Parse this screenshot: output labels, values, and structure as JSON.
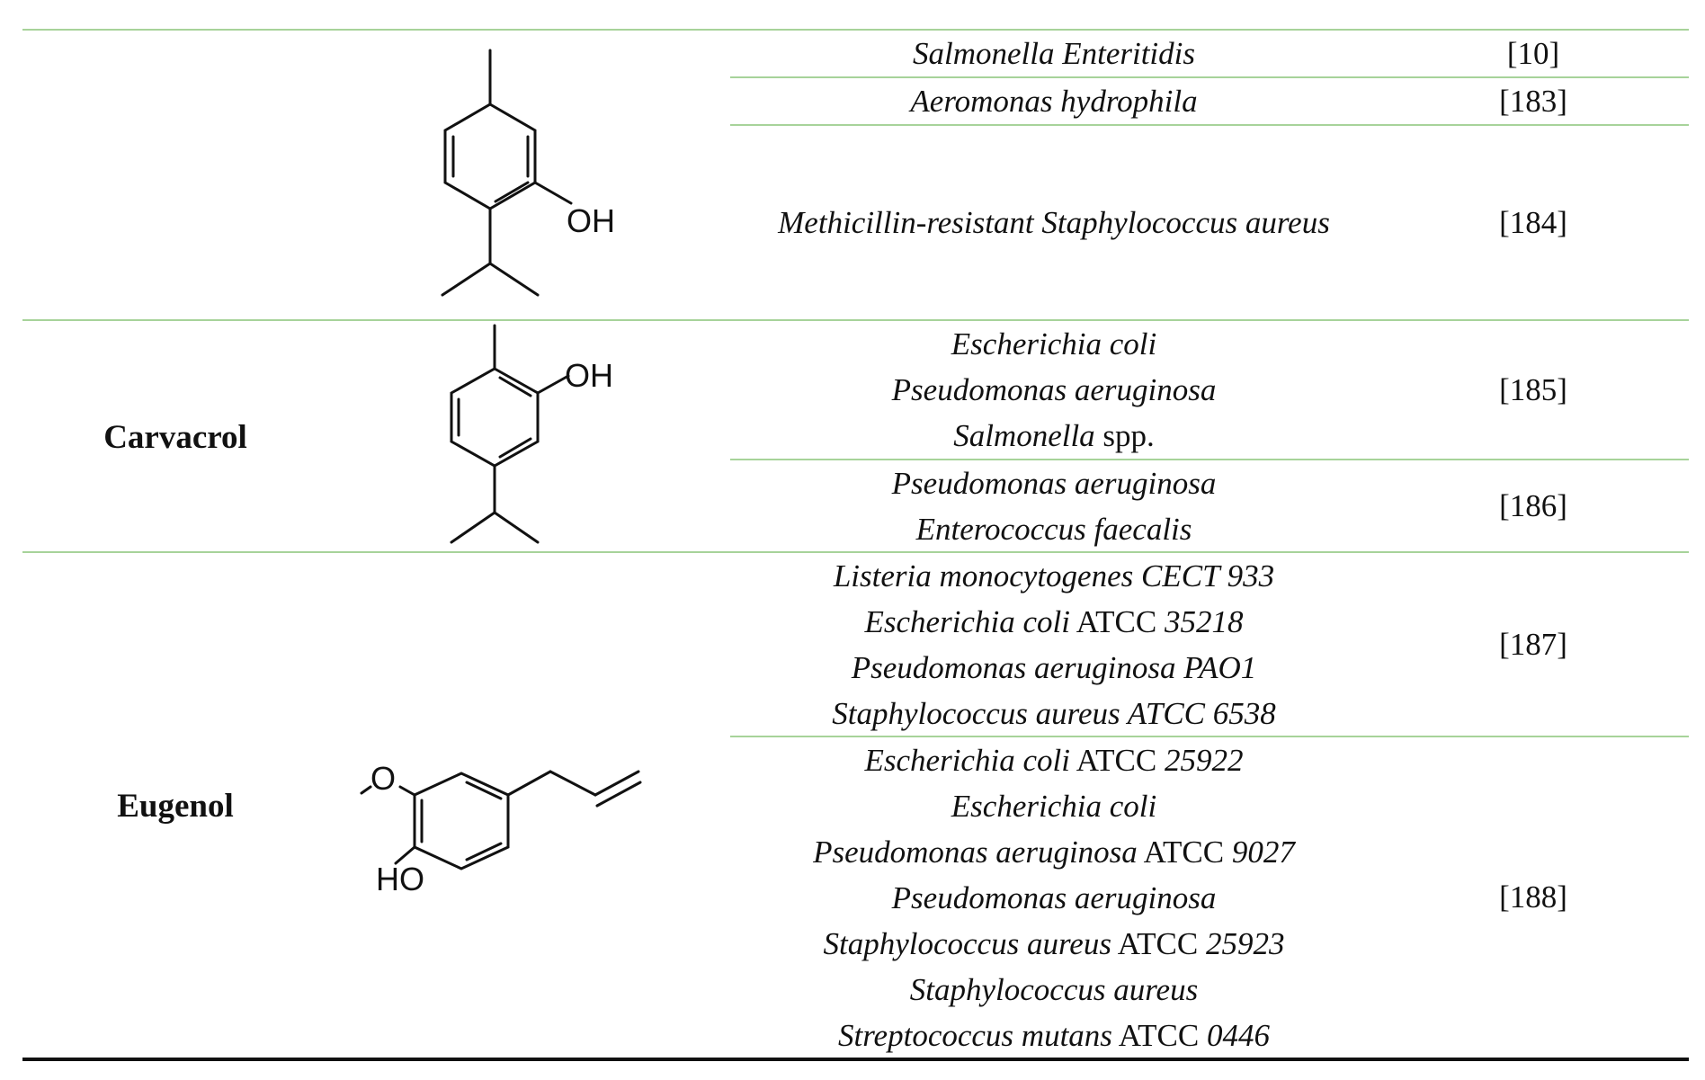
{
  "rows": [
    {
      "compound": "",
      "structure_icon": "thymol-structure-icon",
      "structure_label": "OH",
      "groups": [
        {
          "lines": [
            [
              {
                "text": "Salmonella Enteritidis",
                "italic": true
              }
            ]
          ],
          "ref": "[10]"
        },
        {
          "lines": [
            [
              {
                "text": "Aeromonas hydrophila",
                "italic": true
              }
            ]
          ],
          "ref": "[183]"
        },
        {
          "lines": [
            [
              {
                "text": "Methicillin-resistant Staphylococcus aureus",
                "italic": true
              }
            ]
          ],
          "ref": "[184]"
        }
      ]
    },
    {
      "compound": "Carvacrol",
      "structure_icon": "carvacrol-structure-icon",
      "structure_label": "OH",
      "groups": [
        {
          "lines": [
            [
              {
                "text": "Escherichia coli",
                "italic": true
              }
            ],
            [
              {
                "text": "Pseudomonas aeruginosa",
                "italic": true
              }
            ],
            [
              {
                "text": "Salmonella",
                "italic": true
              },
              {
                "text": " spp.",
                "italic": false
              }
            ]
          ],
          "ref": "[185]"
        },
        {
          "lines": [
            [
              {
                "text": "Pseudomonas aeruginosa",
                "italic": true
              }
            ],
            [
              {
                "text": "Enterococcus faecalis",
                "italic": true
              }
            ]
          ],
          "ref": "[186]"
        }
      ]
    },
    {
      "compound": "Eugenol",
      "structure_icon": "eugenol-structure-icon",
      "structure_labels": [
        "O",
        "HO"
      ],
      "groups": [
        {
          "lines": [
            [
              {
                "text": "Listeria monocytogenes CECT 933",
                "italic": true
              }
            ],
            [
              {
                "text": "Escherichia coli",
                "italic": true
              },
              {
                "text": " ATCC ",
                "italic": false
              },
              {
                "text": "35218",
                "italic": true
              }
            ],
            [
              {
                "text": "Pseudomonas aeruginosa PAO1",
                "italic": true
              }
            ],
            [
              {
                "text": "Staphylococcus aureus ATCC 6538",
                "italic": true
              }
            ]
          ],
          "ref": "[187]"
        },
        {
          "lines": [
            [
              {
                "text": "Escherichia coli",
                "italic": true
              },
              {
                "text": " ATCC ",
                "italic": false
              },
              {
                "text": "25922",
                "italic": true
              }
            ],
            [
              {
                "text": "Escherichia coli",
                "italic": true
              }
            ],
            [
              {
                "text": "Pseudomonas aeruginosa",
                "italic": true
              },
              {
                "text": " ATCC ",
                "italic": false
              },
              {
                "text": "9027",
                "italic": true
              }
            ],
            [
              {
                "text": "Pseudomonas aeruginosa",
                "italic": true
              }
            ],
            [
              {
                "text": "Staphylococcus aureus",
                "italic": true
              },
              {
                "text": " ATCC ",
                "italic": false
              },
              {
                "text": "25923",
                "italic": true
              }
            ],
            [
              {
                "text": "Staphylococcus aureus",
                "italic": true
              }
            ],
            [
              {
                "text": "Streptococcus mutans",
                "italic": true
              },
              {
                "text": " ATCC ",
                "italic": false
              },
              {
                "text": "0446",
                "italic": true
              }
            ]
          ],
          "ref": "[188]"
        }
      ]
    }
  ]
}
